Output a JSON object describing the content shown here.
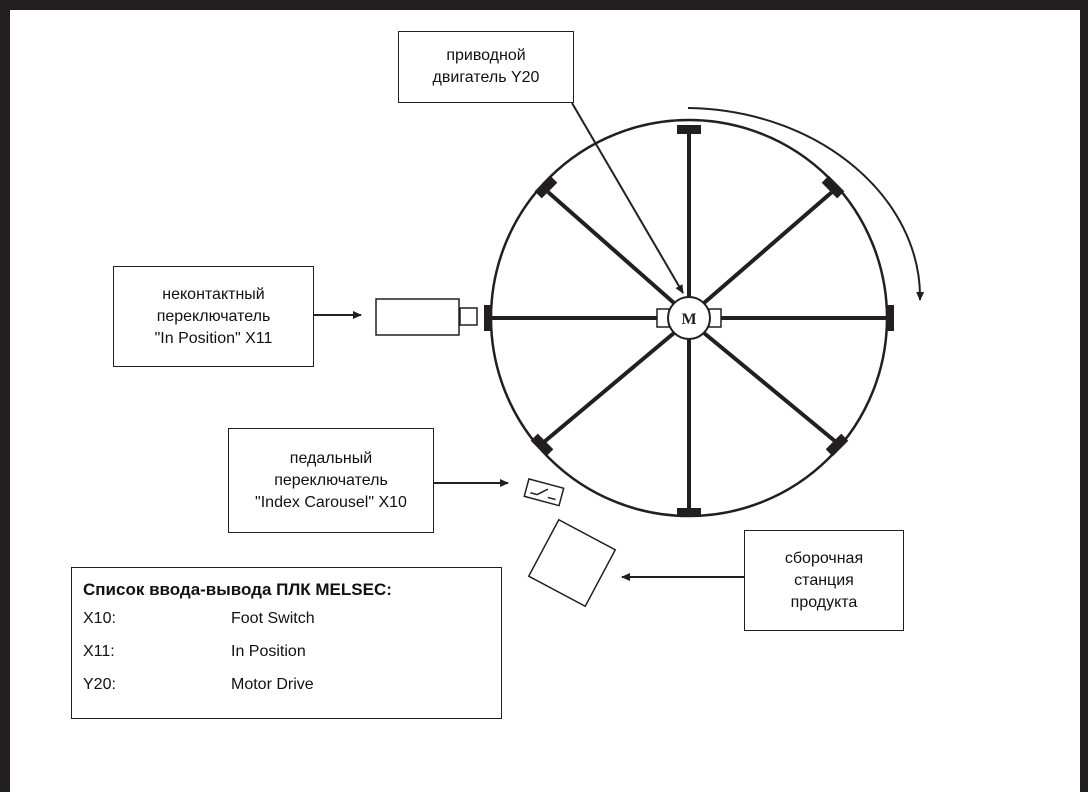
{
  "labels": {
    "motor": "приводной\nдвигатель Y20",
    "proximity_switch": "неконтактный\nпереключатель\n\"In Position\" X11",
    "foot_switch": "педальный\nпереключатель\n\"Index Carousel\" X10",
    "assembly_station": "сборочная\nстанция\nпродукта",
    "motor_symbol": "M"
  },
  "io_list": {
    "title": "Список ввода-вывода ПЛК MELSEC:",
    "rows": [
      {
        "address": "X10:",
        "description": "Foot Switch"
      },
      {
        "address": "X11:",
        "description": "In Position"
      },
      {
        "address": "Y20:",
        "description": "Motor Drive"
      }
    ]
  },
  "colors": {
    "ink": "#231f20",
    "background": "#ffffff"
  }
}
